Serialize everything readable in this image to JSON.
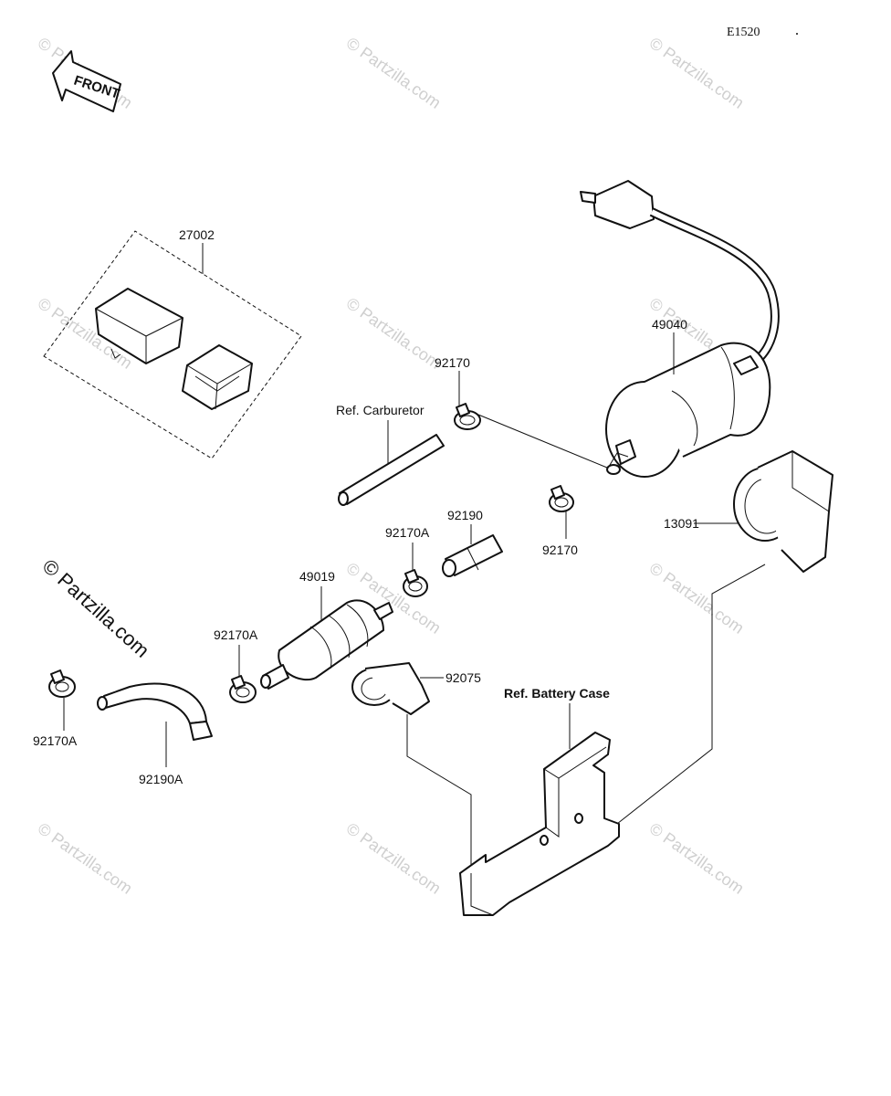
{
  "diagram": {
    "code": "E1520",
    "front_label": "FRONT",
    "watermark": "© Partzilla.com",
    "parts": [
      {
        "id": "27002",
        "label": "27002"
      },
      {
        "id": "49040",
        "label": "49040"
      },
      {
        "id": "92170-top",
        "label": "92170"
      },
      {
        "id": "92170-right",
        "label": "92170"
      },
      {
        "id": "92190",
        "label": "92190"
      },
      {
        "id": "92170A-mid",
        "label": "92170A"
      },
      {
        "id": "49019",
        "label": "49019"
      },
      {
        "id": "92170A-filter",
        "label": "92170A"
      },
      {
        "id": "92170A-left",
        "label": "92170A"
      },
      {
        "id": "92190A",
        "label": "92190A"
      },
      {
        "id": "92075",
        "label": "92075"
      },
      {
        "id": "13091",
        "label": "13091"
      }
    ],
    "refs": {
      "carburetor": "Ref. Carburetor",
      "battery_case": "Ref. Battery Case"
    }
  }
}
